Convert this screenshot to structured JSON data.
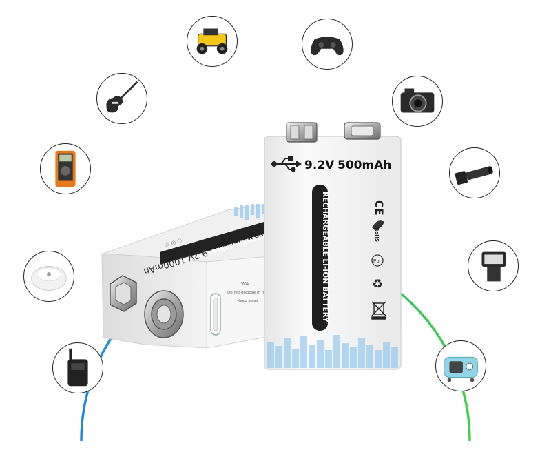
{
  "front_battery": {
    "voltage": "9.2V",
    "capacity": "500mAh",
    "label": "RECHARGEABLE LI-ION BATTERY",
    "marks": [
      "CE",
      "RoHS",
      "recycle-icon",
      "weee-bin-icon"
    ]
  },
  "rear_battery": {
    "label": "RECHARGEABLE LI-ION BATTERY",
    "voltage_capacity": "9.2V 1000mAh",
    "warning_title": "WA",
    "warning_line_1": "Do not dispose in fire.Batter",
    "warning_line_2": "Keep away"
  },
  "devices": [
    "rc-car",
    "game-controller",
    "electric-guitar",
    "camera",
    "multimeter",
    "flashlight",
    "smoke-detector",
    "camera-flash",
    "walkie-talkie",
    "radio"
  ],
  "colors": {
    "arc_start": "#1e88e5",
    "arc_mid": "#26a69a",
    "arc_end": "#43a047",
    "battery_body": "#f2f2f2",
    "label_band": "#222222",
    "equalizer_blue": "#8ec5f0"
  }
}
